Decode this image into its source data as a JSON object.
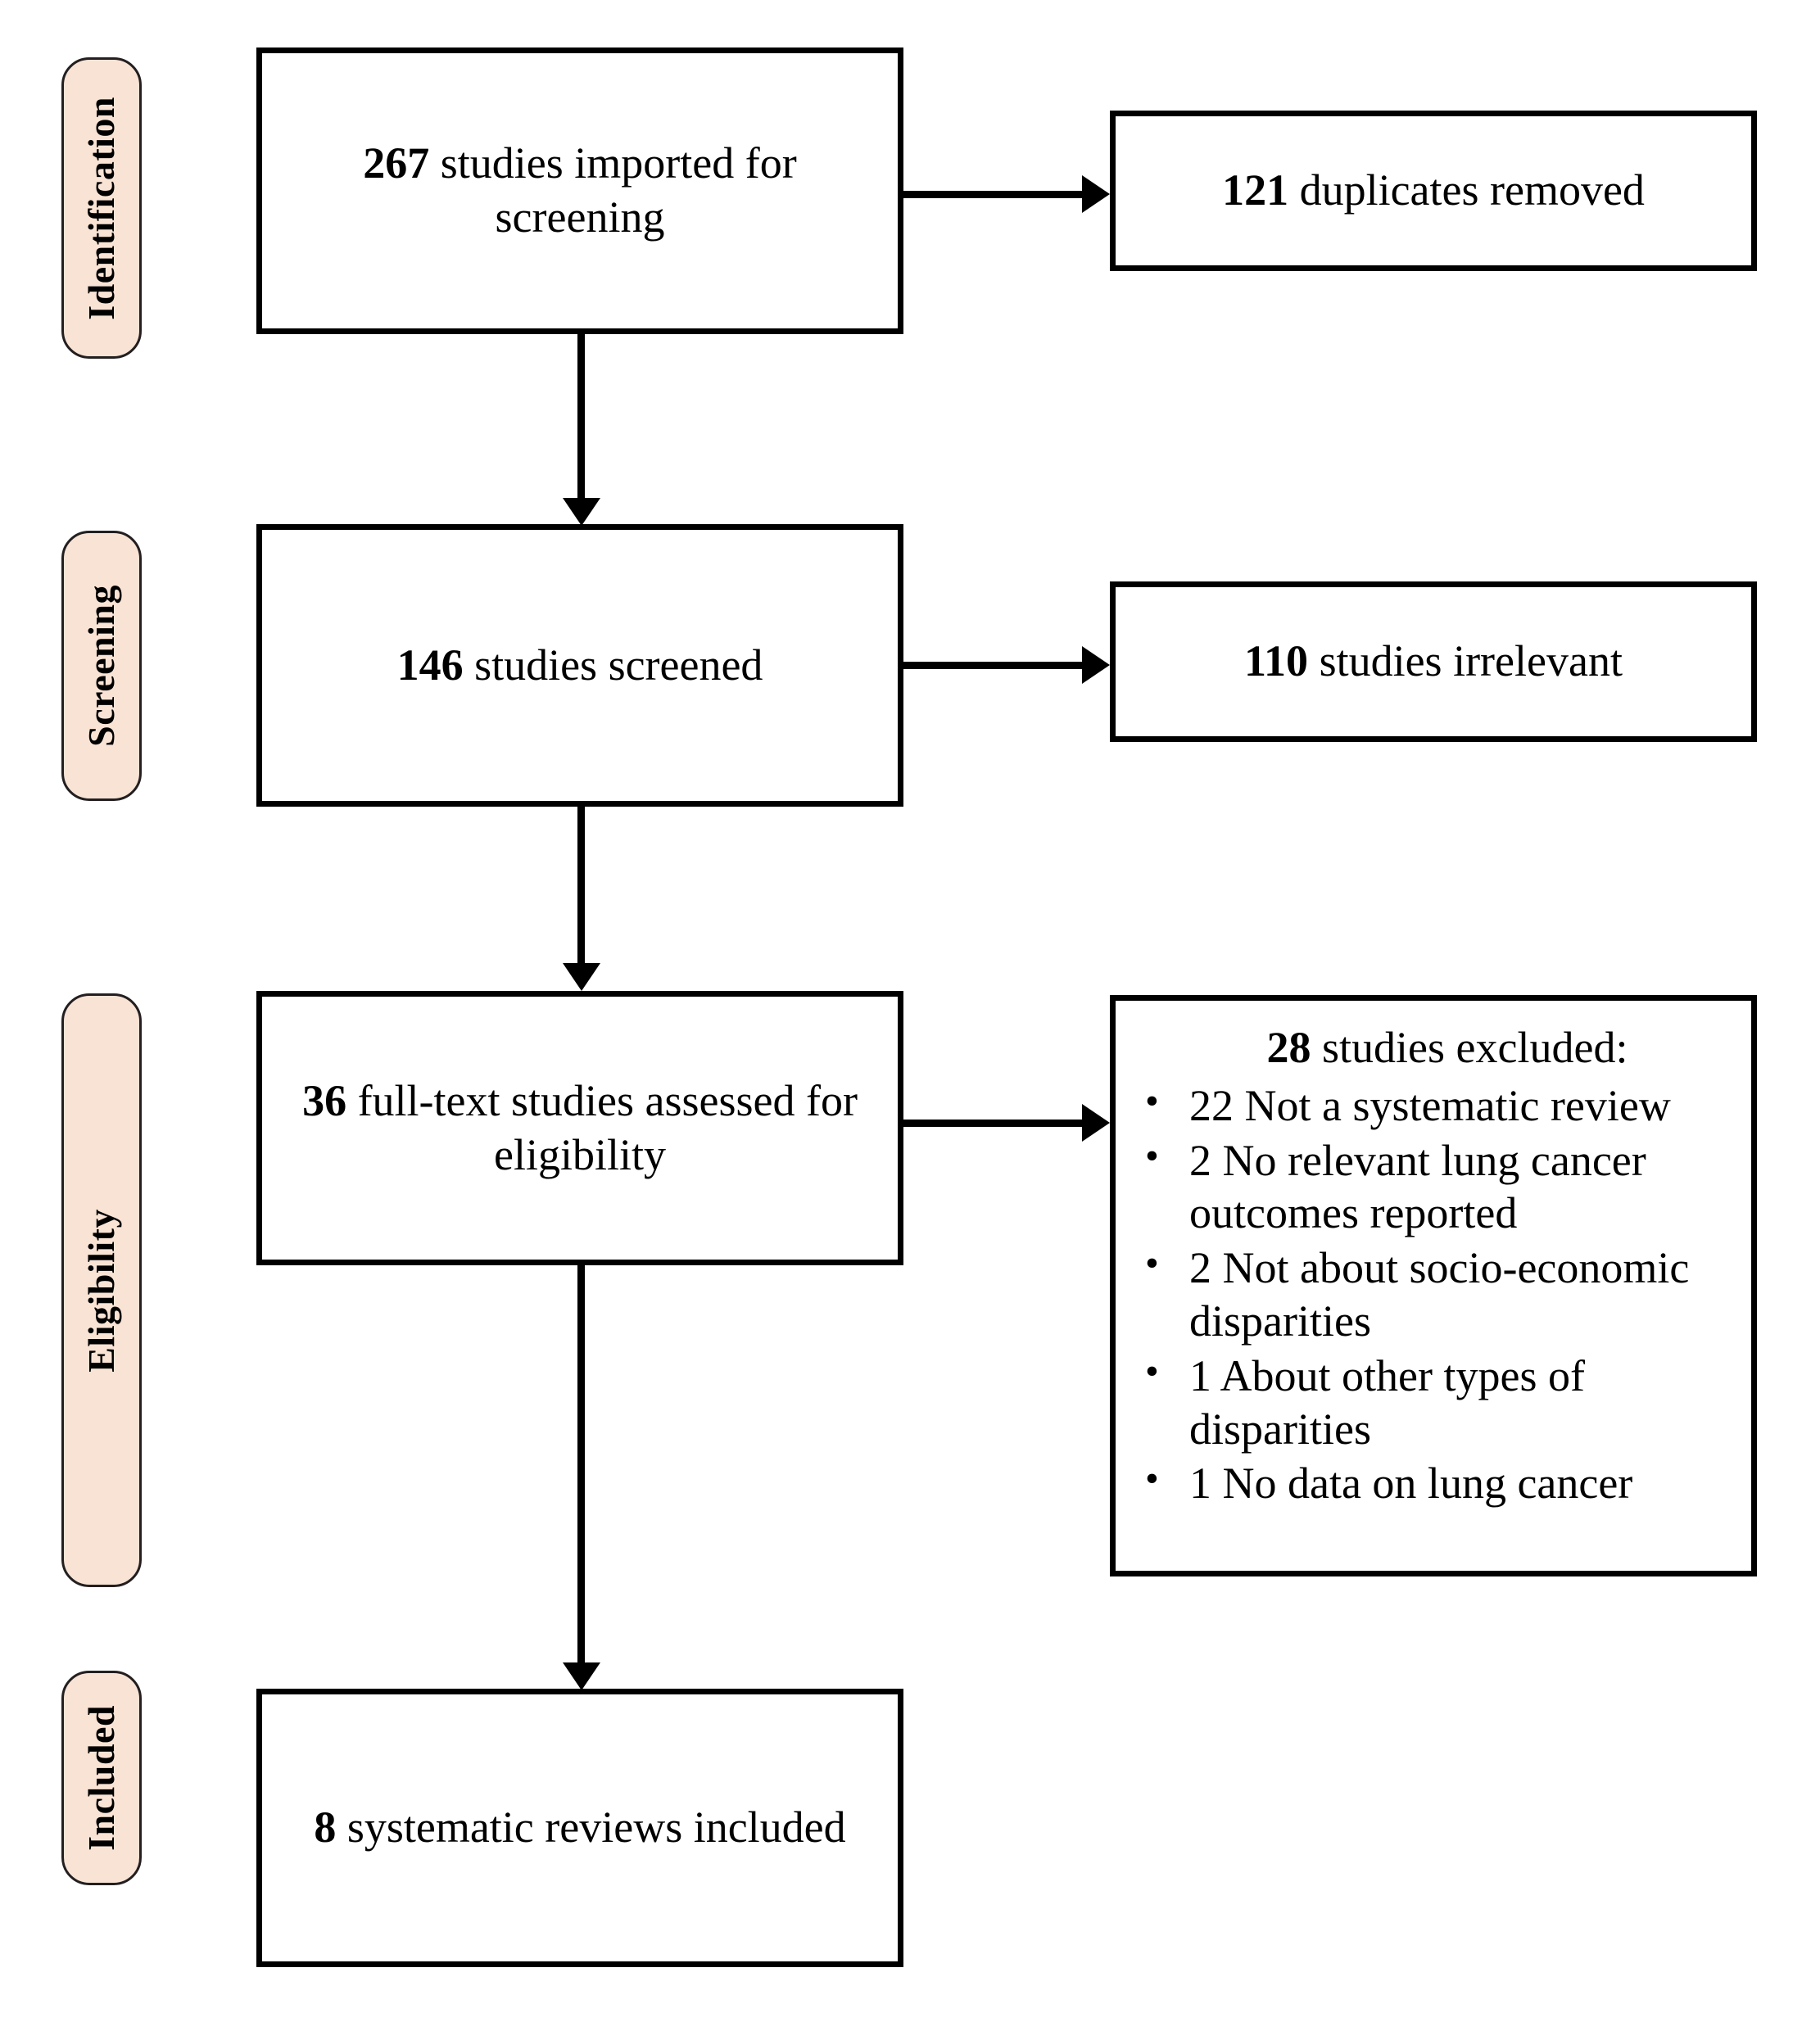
{
  "diagram": {
    "title": "PRISMA flow diagram",
    "colors": {
      "stage_pill_fill": "#f8e3d5",
      "stage_pill_border": "#231f20",
      "box_border": "#000000",
      "box_fill": "#ffffff",
      "text": "#000000"
    }
  },
  "stages": [
    {
      "label": "Identification"
    },
    {
      "label": "Screening"
    },
    {
      "label": "Eligibility"
    },
    {
      "label": "Included"
    }
  ],
  "nodes": {
    "imported": {
      "count": "267",
      "text": " studies imported for screening"
    },
    "duplicates": {
      "count": "121",
      "text": " duplicates removed"
    },
    "screened": {
      "count": "146",
      "text": " studies screened"
    },
    "irrelevant": {
      "count": "110",
      "text": " studies irrelevant"
    },
    "fulltext": {
      "count": "36",
      "text": " full-text studies assessed for eligibility"
    },
    "excluded": {
      "count": "28",
      "text": " studies excluded:",
      "reasons": [
        "22 Not a systematic review",
        "2  No relevant lung cancer outcomes reported",
        "2  Not about socio-economic disparities",
        "1  About other types of disparities",
        "1  No data on lung cancer"
      ],
      "bullet_glyph": "•"
    },
    "included": {
      "count": "8",
      "text": " systematic reviews included"
    }
  }
}
